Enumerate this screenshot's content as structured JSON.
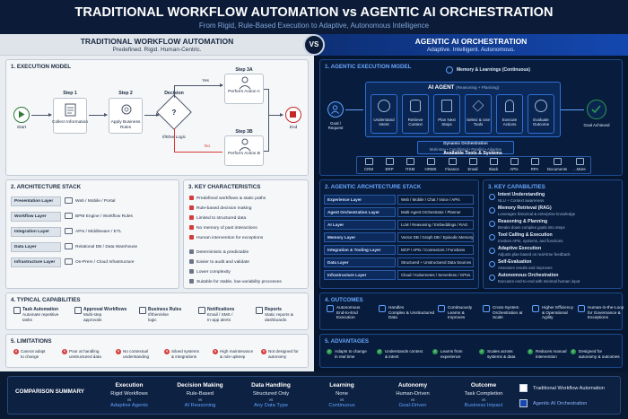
{
  "header": {
    "title": "TRADITIONAL WORKFLOW AUTOMATION vs AGENTIC AI ORCHESTRATION",
    "subtitle": "From Rigid, Rule-Based Execution to Adaptive, Autonomous Intelligence",
    "vs": "VS"
  },
  "left": {
    "title": "TRADITIONAL WORKFLOW AUTOMATION",
    "subtitle": "Predefined. Rigid. Human-Centric.",
    "exec": {
      "title": "1. EXECUTION MODEL",
      "start": "Start",
      "step1_title": "Step 1",
      "step1_text": "Collect Information",
      "step2_title": "Step 2",
      "step2_text": "Apply Business Rules",
      "decision": "Decision",
      "decision_sub": "If/Else Logic",
      "yes": "Yes",
      "no": "No",
      "step3a_title": "Step 3A",
      "step3a_text": "Perform Action A",
      "step3b_title": "Step 3B",
      "step3b_text": "Perform Action B",
      "end": "End"
    },
    "arch": {
      "title": "2. ARCHITECTURE STACK",
      "layers": [
        {
          "name": "Presentation Layer",
          "value": "Web / Mobile / Portal"
        },
        {
          "name": "Workflow Layer",
          "value": "BPM Engine / Workflow Rules"
        },
        {
          "name": "Integration Layer",
          "value": "APIs / Middleware / ETL"
        },
        {
          "name": "Data Layer",
          "value": "Relational DB / Data Warehouse"
        },
        {
          "name": "Infrastructure Layer",
          "value": "On-Prem / Cloud Infrastructure"
        }
      ]
    },
    "chars": {
      "title": "3. KEY CHARACTERISTICS",
      "items_a": [
        "Predefined workflows & static paths",
        "Rule-based decision making",
        "Limited to structured data",
        "No memory of past interactions",
        "Human intervention for exceptions"
      ],
      "items_b": [
        "Deterministic & predictable",
        "Easier to audit and validate",
        "Lower complexity",
        "Suitable for stable, low-variability processes"
      ]
    },
    "caps": {
      "title": "4. TYPICAL CAPABILITIES",
      "items": [
        {
          "h": "Task Automation",
          "d1": "Automate repetitive",
          "d2": "tasks"
        },
        {
          "h": "Approval Workflows",
          "d1": "Multi-step",
          "d2": "approvals"
        },
        {
          "h": "Business Rules",
          "d1": "If/then/else",
          "d2": "logic"
        },
        {
          "h": "Notifications",
          "d1": "Email / SMS /",
          "d2": "In-app alerts"
        },
        {
          "h": "Reports",
          "d1": "Static reports &",
          "d2": "dashboards"
        }
      ]
    },
    "limits": {
      "title": "5. LIMITATIONS",
      "items": [
        {
          "l1": "Cannot adapt",
          "l2": "to change"
        },
        {
          "l1": "Poor at handling",
          "l2": "unstructured data"
        },
        {
          "l1": "No contextual",
          "l2": "understanding"
        },
        {
          "l1": "Siloed systems",
          "l2": "& integrations"
        },
        {
          "l1": "High maintenance",
          "l2": "& rule upkeep"
        },
        {
          "l1": "Not designed for",
          "l2": "autonomy"
        }
      ]
    }
  },
  "right": {
    "title": "AGENTIC AI ORCHESTRATION",
    "subtitle": "Adaptive. Intelligent. Autonomous.",
    "exec": {
      "title": "1. AGENTIC EXECUTION MODEL",
      "memory": "Memory & Learnings (Continuous)",
      "goal": "Goal / Request",
      "agent": "AI AGENT",
      "agent_sub": "(Reasoning + Planning)",
      "steps": [
        "Understand Intent",
        "Retrieve Context",
        "Plan Next Steps",
        "Select & Use Tools",
        "Execute Actions",
        "Evaluate Outcome"
      ],
      "achieved": "Goal Achieved",
      "dyn": "Dynamic Orchestration",
      "dyn_sub": "Multi-step • Conditional • Parallel • Adaptive",
      "tools_title": "Available Tools & Systems",
      "tools": [
        "CRM",
        "ERP",
        "ITSM",
        "HRMS",
        "Finance",
        "Email",
        "Slack",
        "APIs",
        "RPA",
        "Documents",
        "...More"
      ]
    },
    "arch": {
      "title": "2. AGENTIC ARCHITECTURE STACK",
      "layers": [
        {
          "name": "Experience Layer",
          "value": "Web / Mobile / Chat / Voice / APIs"
        },
        {
          "name": "Agent Orchestration Layer",
          "value": "Multi-Agent Orchestrator / Planner"
        },
        {
          "name": "AI Layer",
          "value": "LLM / Reasoning / Embeddings / RAG"
        },
        {
          "name": "Memory Layer",
          "value": "Vector DB / Graph DB / Episodic Memory"
        },
        {
          "name": "Integration & Tooling Layer",
          "value": "MCP / APIs / Connectors / Functions"
        },
        {
          "name": "Data Layer",
          "value": "Structured + Unstructured Data Sources"
        },
        {
          "name": "Infrastructure Layer",
          "value": "Cloud / Kubernetes / Serverless / GPUs"
        }
      ]
    },
    "caps": {
      "title": "3. KEY CAPABILITIES",
      "items": [
        {
          "h": "Intent Understanding",
          "d": "NLU + Context awareness"
        },
        {
          "h": "Memory Retrieval (RAG)",
          "d": "Leverages historical & enterprise knowledge"
        },
        {
          "h": "Reasoning & Planning",
          "d": "Breaks down complex goals into steps"
        },
        {
          "h": "Tool Calling & Execution",
          "d": "Invokes APIs, systems, and functions"
        },
        {
          "h": "Adaptive Execution",
          "d": "Adjusts plan based on real-time feedback"
        },
        {
          "h": "Self-Evaluation",
          "d": "Assesses results and improves"
        },
        {
          "h": "Autonomous Orchestration",
          "d": "Executes end-to-end with minimal human input"
        }
      ]
    },
    "outcomes": {
      "title": "4. OUTCOMES",
      "items": [
        {
          "l1": "Autonomous",
          "l2": "End-to-End",
          "l3": "Execution"
        },
        {
          "l1": "Handles",
          "l2": "Complex & Unstructured",
          "l3": "Data"
        },
        {
          "l1": "Continuously",
          "l2": "Learns &",
          "l3": "Improves"
        },
        {
          "l1": "Cross-System",
          "l2": "Orchestration at",
          "l3": "Scale"
        },
        {
          "l1": "Higher Efficiency",
          "l2": "& Operational",
          "l3": "Agility"
        },
        {
          "l1": "Human-in-the-Loop",
          "l2": "for Governance &",
          "l3": "Exceptions"
        }
      ]
    },
    "adv": {
      "title": "5. ADVANTAGES",
      "items": [
        {
          "l1": "Adapts to change",
          "l2": "in real time"
        },
        {
          "l1": "Understands context",
          "l2": "& intent"
        },
        {
          "l1": "Learns from",
          "l2": "experience"
        },
        {
          "l1": "Scales across",
          "l2": "systems & data"
        },
        {
          "l1": "Reduces manual",
          "l2": "intervention"
        },
        {
          "l1": "Designed for",
          "l2": "autonomy & outcomes"
        }
      ]
    }
  },
  "summary": {
    "title": "COMPARISON SUMMARY",
    "cols": [
      {
        "h": "Execution",
        "a": "Rigid Workflows",
        "v": "vs",
        "b": "Adaptive Agents"
      },
      {
        "h": "Decision Making",
        "a": "Rule-Based",
        "v": "vs",
        "b": "AI Reasoning"
      },
      {
        "h": "Data Handling",
        "a": "Structured Only",
        "v": "vs",
        "b": "Any Data Type"
      },
      {
        "h": "Learning",
        "a": "None",
        "v": "vs",
        "b": "Continuous"
      },
      {
        "h": "Autonomy",
        "a": "Human-Driven",
        "v": "vs",
        "b": "Goal-Driven"
      },
      {
        "h": "Outcome",
        "a": "Task Completion",
        "v": "vs",
        "b": "Business Impact"
      }
    ],
    "legend_trad": "Traditional Workflow Automation",
    "legend_agentic": "Agentic AI Orchestration",
    "colors": {
      "traditional": "#ffffff",
      "agentic": "#1448b0"
    }
  }
}
